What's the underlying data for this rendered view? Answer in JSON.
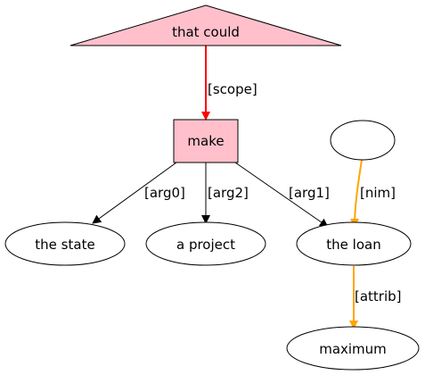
{
  "nodes": {
    "that_could": {
      "label": "that could",
      "shape": "triangle",
      "fill": "#ffc0cb"
    },
    "make": {
      "label": "make",
      "shape": "box",
      "fill": "#ffc0cb"
    },
    "empty": {
      "label": "",
      "shape": "ellipse",
      "fill": "#ffffff"
    },
    "the_state": {
      "label": "the state",
      "shape": "ellipse",
      "fill": "#ffffff"
    },
    "a_project": {
      "label": "a project",
      "shape": "ellipse",
      "fill": "#ffffff"
    },
    "the_loan": {
      "label": "the loan",
      "shape": "ellipse",
      "fill": "#ffffff"
    },
    "maximum": {
      "label": "maximum",
      "shape": "ellipse",
      "fill": "#ffffff"
    }
  },
  "edges": {
    "scope": {
      "label": "[scope]",
      "from": "that could",
      "to": "make",
      "color": "#ff0000"
    },
    "arg0": {
      "label": "[arg0]",
      "from": "make",
      "to": "the state",
      "color": "#000000"
    },
    "arg2": {
      "label": "[arg2]",
      "from": "make",
      "to": "a project",
      "color": "#000000"
    },
    "arg1": {
      "label": "[arg1]",
      "from": "make",
      "to": "the loan",
      "color": "#000000"
    },
    "nim": {
      "label": "[nim]",
      "from": "",
      "to": "the loan",
      "color": "#ffa500"
    },
    "attrib": {
      "label": "[attrib]",
      "from": "the loan",
      "to": "maximum",
      "color": "#ffa500"
    }
  }
}
